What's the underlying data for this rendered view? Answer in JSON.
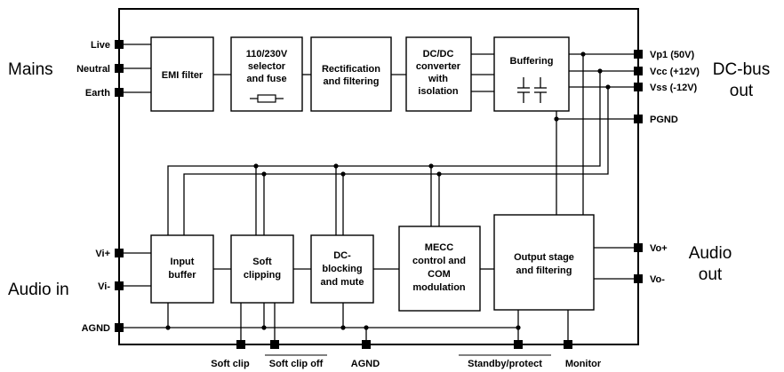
{
  "blocks": {
    "emi": [
      "EMI filter"
    ],
    "selector": [
      "110/230V",
      "selector",
      "and fuse"
    ],
    "rect": [
      "Rectification",
      "and filtering"
    ],
    "dcdc": [
      "DC/DC",
      "converter",
      "with",
      "isolation"
    ],
    "buffering": [
      "Buffering"
    ],
    "input_buffer": [
      "Input",
      "buffer"
    ],
    "soft_clipping": [
      "Soft",
      "clipping"
    ],
    "dc_blocking": [
      "DC-",
      "blocking",
      "and mute"
    ],
    "mecc": [
      "MECC",
      "control and",
      "COM",
      "modulation"
    ],
    "output": [
      "Output stage",
      "and filtering"
    ]
  },
  "pins": {
    "live": "Live",
    "neutral": "Neutral",
    "earth": "Earth",
    "vp1": "Vp1 (50V)",
    "vcc": "Vcc (+12V)",
    "vss": "Vss (-12V)",
    "pgnd": "PGND",
    "vi_plus": "Vi+",
    "vi_minus": "Vi-",
    "agnd_left": "AGND",
    "vo_plus": "Vo+",
    "vo_minus": "Vo-",
    "soft_clip": "Soft clip",
    "soft_clip_off": "Soft clip off",
    "agnd_bottom": "AGND",
    "standby": "Standby/protect",
    "monitor": "Monitor"
  },
  "groups": {
    "mains": "Mains",
    "dc_bus": [
      "DC-bus",
      "out"
    ],
    "audio_in": "Audio in",
    "audio_out": [
      "Audio",
      "out"
    ]
  }
}
